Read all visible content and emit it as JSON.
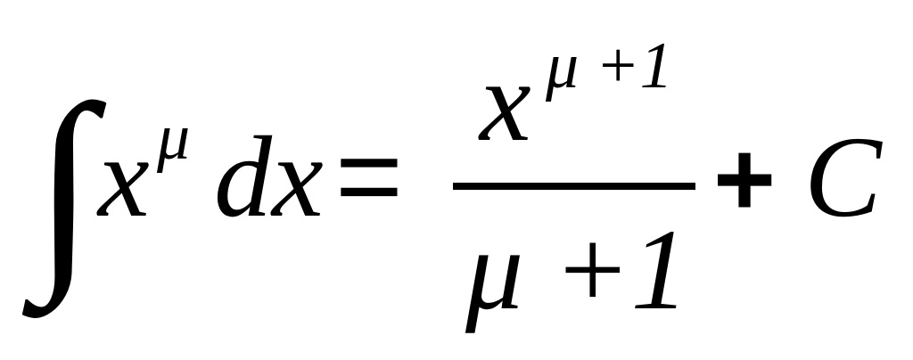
{
  "formula": {
    "integral_sign": "∫",
    "base_x": "x",
    "exponent_mu": "μ",
    "differential": "dx",
    "equals": "=",
    "numerator_base": "x",
    "numerator_exponent": "μ +1",
    "denominator": "μ +1",
    "plus": "+",
    "constant": "C"
  }
}
